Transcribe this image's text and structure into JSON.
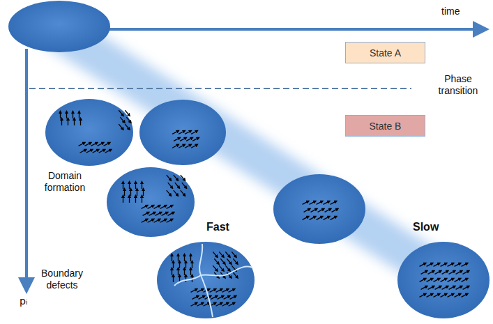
{
  "diagram": {
    "nodes": [
      {
        "text": [
          "State A"
        ]
      },
      {
        "text": [
          "State B"
        ]
      }
    ],
    "labels": [
      "time",
      "Phase transition",
      "Domain formation",
      "Fast",
      "Boundary defects",
      "Slow",
      "pᵢ"
    ]
  }
}
